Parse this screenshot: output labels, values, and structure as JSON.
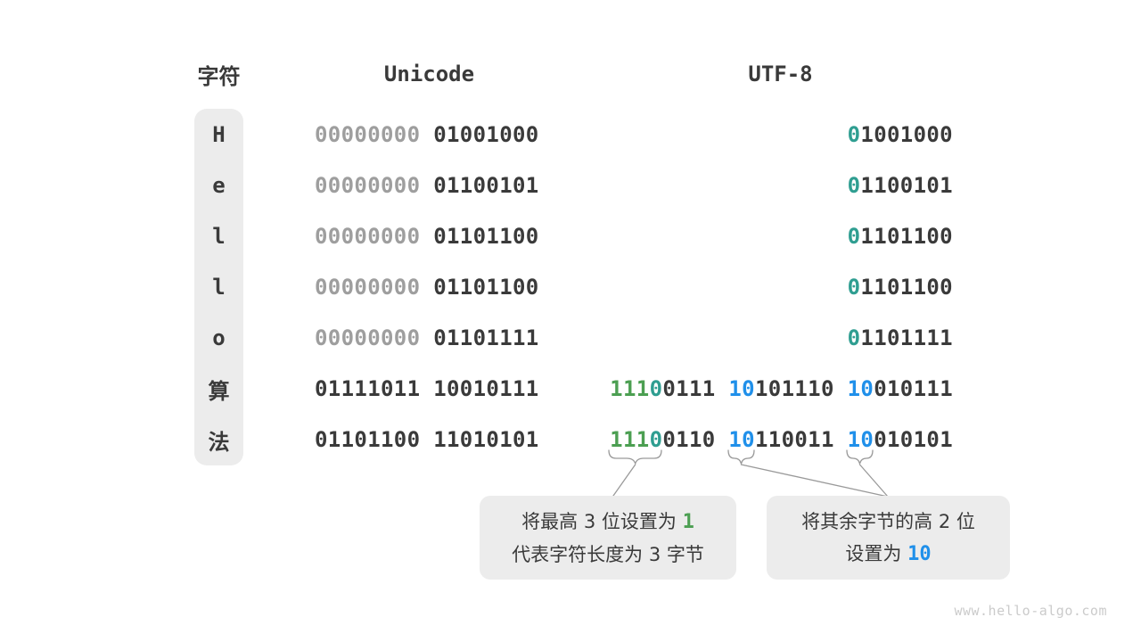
{
  "colors": {
    "dark": "#3a3a3a",
    "gray_zeros": "#9e9e9e",
    "green": "#4c9f52",
    "teal": "#2f9e91",
    "blue": "#2090ea",
    "pill_bg": "#ececec",
    "line_gray": "#9a9a9a",
    "watermark": "#cbcbcb"
  },
  "headers": {
    "char": "字符",
    "unicode": "Unicode",
    "utf8": "UTF-8"
  },
  "rows": [
    {
      "char": "H",
      "unicode_gray": "00000000 ",
      "unicode_dark": "01001000",
      "utf8": [
        {
          "teal": "0",
          "rest": "1001000"
        }
      ]
    },
    {
      "char": "e",
      "unicode_gray": "00000000 ",
      "unicode_dark": "01100101",
      "utf8": [
        {
          "teal": "0",
          "rest": "1100101"
        }
      ]
    },
    {
      "char": "l",
      "unicode_gray": "00000000 ",
      "unicode_dark": "01101100",
      "utf8": [
        {
          "teal": "0",
          "rest": "1101100"
        }
      ]
    },
    {
      "char": "l",
      "unicode_gray": "00000000 ",
      "unicode_dark": "01101100",
      "utf8": [
        {
          "teal": "0",
          "rest": "1101100"
        }
      ]
    },
    {
      "char": "o",
      "unicode_gray": "00000000 ",
      "unicode_dark": "01101111",
      "utf8": [
        {
          "teal": "0",
          "rest": "1101111"
        }
      ]
    },
    {
      "char": "算",
      "unicode_dark": "01111011 10010111",
      "utf8": [
        {
          "green": "111",
          "teal": "0",
          "rest": "0111 "
        },
        {
          "blue": "10",
          "rest": "101110 "
        },
        {
          "blue": "10",
          "rest": "010111"
        }
      ]
    },
    {
      "char": "法",
      "unicode_dark": "01101100 11010101",
      "utf8": [
        {
          "green": "111",
          "teal": "0",
          "rest": "0110 "
        },
        {
          "blue": "10",
          "rest": "110011 "
        },
        {
          "blue": "10",
          "rest": "010101"
        }
      ]
    }
  ],
  "callouts": {
    "box1": {
      "line1_prefix": "将最高 3 位设置为 ",
      "line1_highlight": "1",
      "line2": "代表字符长度为 3 字节"
    },
    "box2": {
      "line1": "将其余字节的高 2 位",
      "line2_prefix": "设置为 ",
      "line2_highlight": "10"
    }
  },
  "watermark": "www.hello-algo.com"
}
